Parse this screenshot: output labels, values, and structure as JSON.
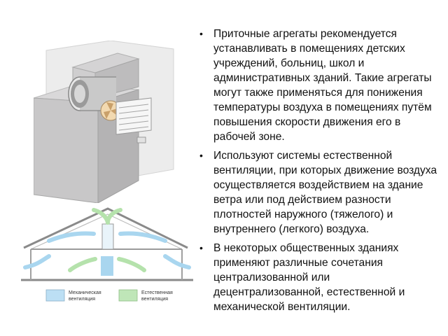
{
  "bullets": [
    {
      "text": "Приточные агрегаты рекомендуется устанавливать в помещениях детских учреждений, больниц, школ и административных зданий. Такие агрегаты могут также применяться для понижения температуры воздуха в помещениях путём повышения скорости движения его в рабочей зоне."
    },
    {
      "text": "Используют системы естественной вентиляции, при которых движение воздуха осуществляется воздействием на здание ветра или под действием разности плотностей наружного (тяжелого) и внутреннего (легкого) воздуха."
    },
    {
      "text": "В некоторых общественных зданиях применяют различные сочетания централизованной или децентрализованной, естественной и механической вентиляции."
    }
  ],
  "diagram": {
    "legend": [
      {
        "label_line1": "Механическая",
        "label_line2": "вентиляция",
        "color": "#bcdff4"
      },
      {
        "label_line1": "Естественная",
        "label_line2": "вентиляция",
        "color": "#bfe6b8"
      }
    ]
  },
  "colors": {
    "wall": "#c8c7c8",
    "arrow_blue": "#a9d6ef",
    "arrow_green": "#b5e2ac",
    "roof": "#8a8a8a"
  }
}
